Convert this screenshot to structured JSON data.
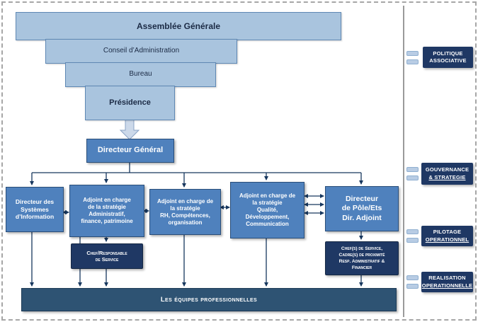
{
  "colors": {
    "funnel_fill": "#a9c4de",
    "division_fill": "#4f81bd",
    "navy_fill": "#1f3864",
    "teams_fill": "#2e5373",
    "connector": "#17375e"
  },
  "funnel": [
    {
      "label": "Assemblée Générale"
    },
    {
      "label": "Conseil d’Administration"
    },
    {
      "label": "Bureau"
    },
    {
      "label": "Présidence"
    }
  ],
  "director_general": {
    "label": "Directeur Général"
  },
  "divisions": [
    {
      "label": "Directeur des\nSystèmes\nd’Information"
    },
    {
      "label": "Adjoint en charge\nde la stratégie\nAdministratif,\nfinance, patrimoine"
    },
    {
      "label": "Adjoint en charge de\nla stratégie\nRH, Compétences,\norganisation"
    },
    {
      "label": "Adjoint en charge de\nla stratégie\nQualité,\nDéveloppement,\nCommunication"
    },
    {
      "label": "Directeur\nde Pôle/Ets\nDir. Adjoint"
    }
  ],
  "middle": {
    "chef_service": {
      "label": "Chef/Responsable\nde Service"
    },
    "chefs_pole": {
      "label": "Chef(s) de Service,\nCadre(s) de proximité\nResp. Administratif &\nFinancier"
    }
  },
  "teams_bar": {
    "label": "Les équipes professionnelles"
  },
  "right_rail": {
    "items": [
      {
        "line1": "POLITIQUE",
        "line2": "ASSOCIATIVE"
      },
      {
        "line1": "GOUVERNANCE",
        "line2": "& STRATEGIE"
      },
      {
        "line1": "PILOTAGE",
        "line2": "OPERATIONNEL"
      },
      {
        "line1": "REALISATION",
        "line2": "OPERATIONNELLE"
      }
    ]
  }
}
